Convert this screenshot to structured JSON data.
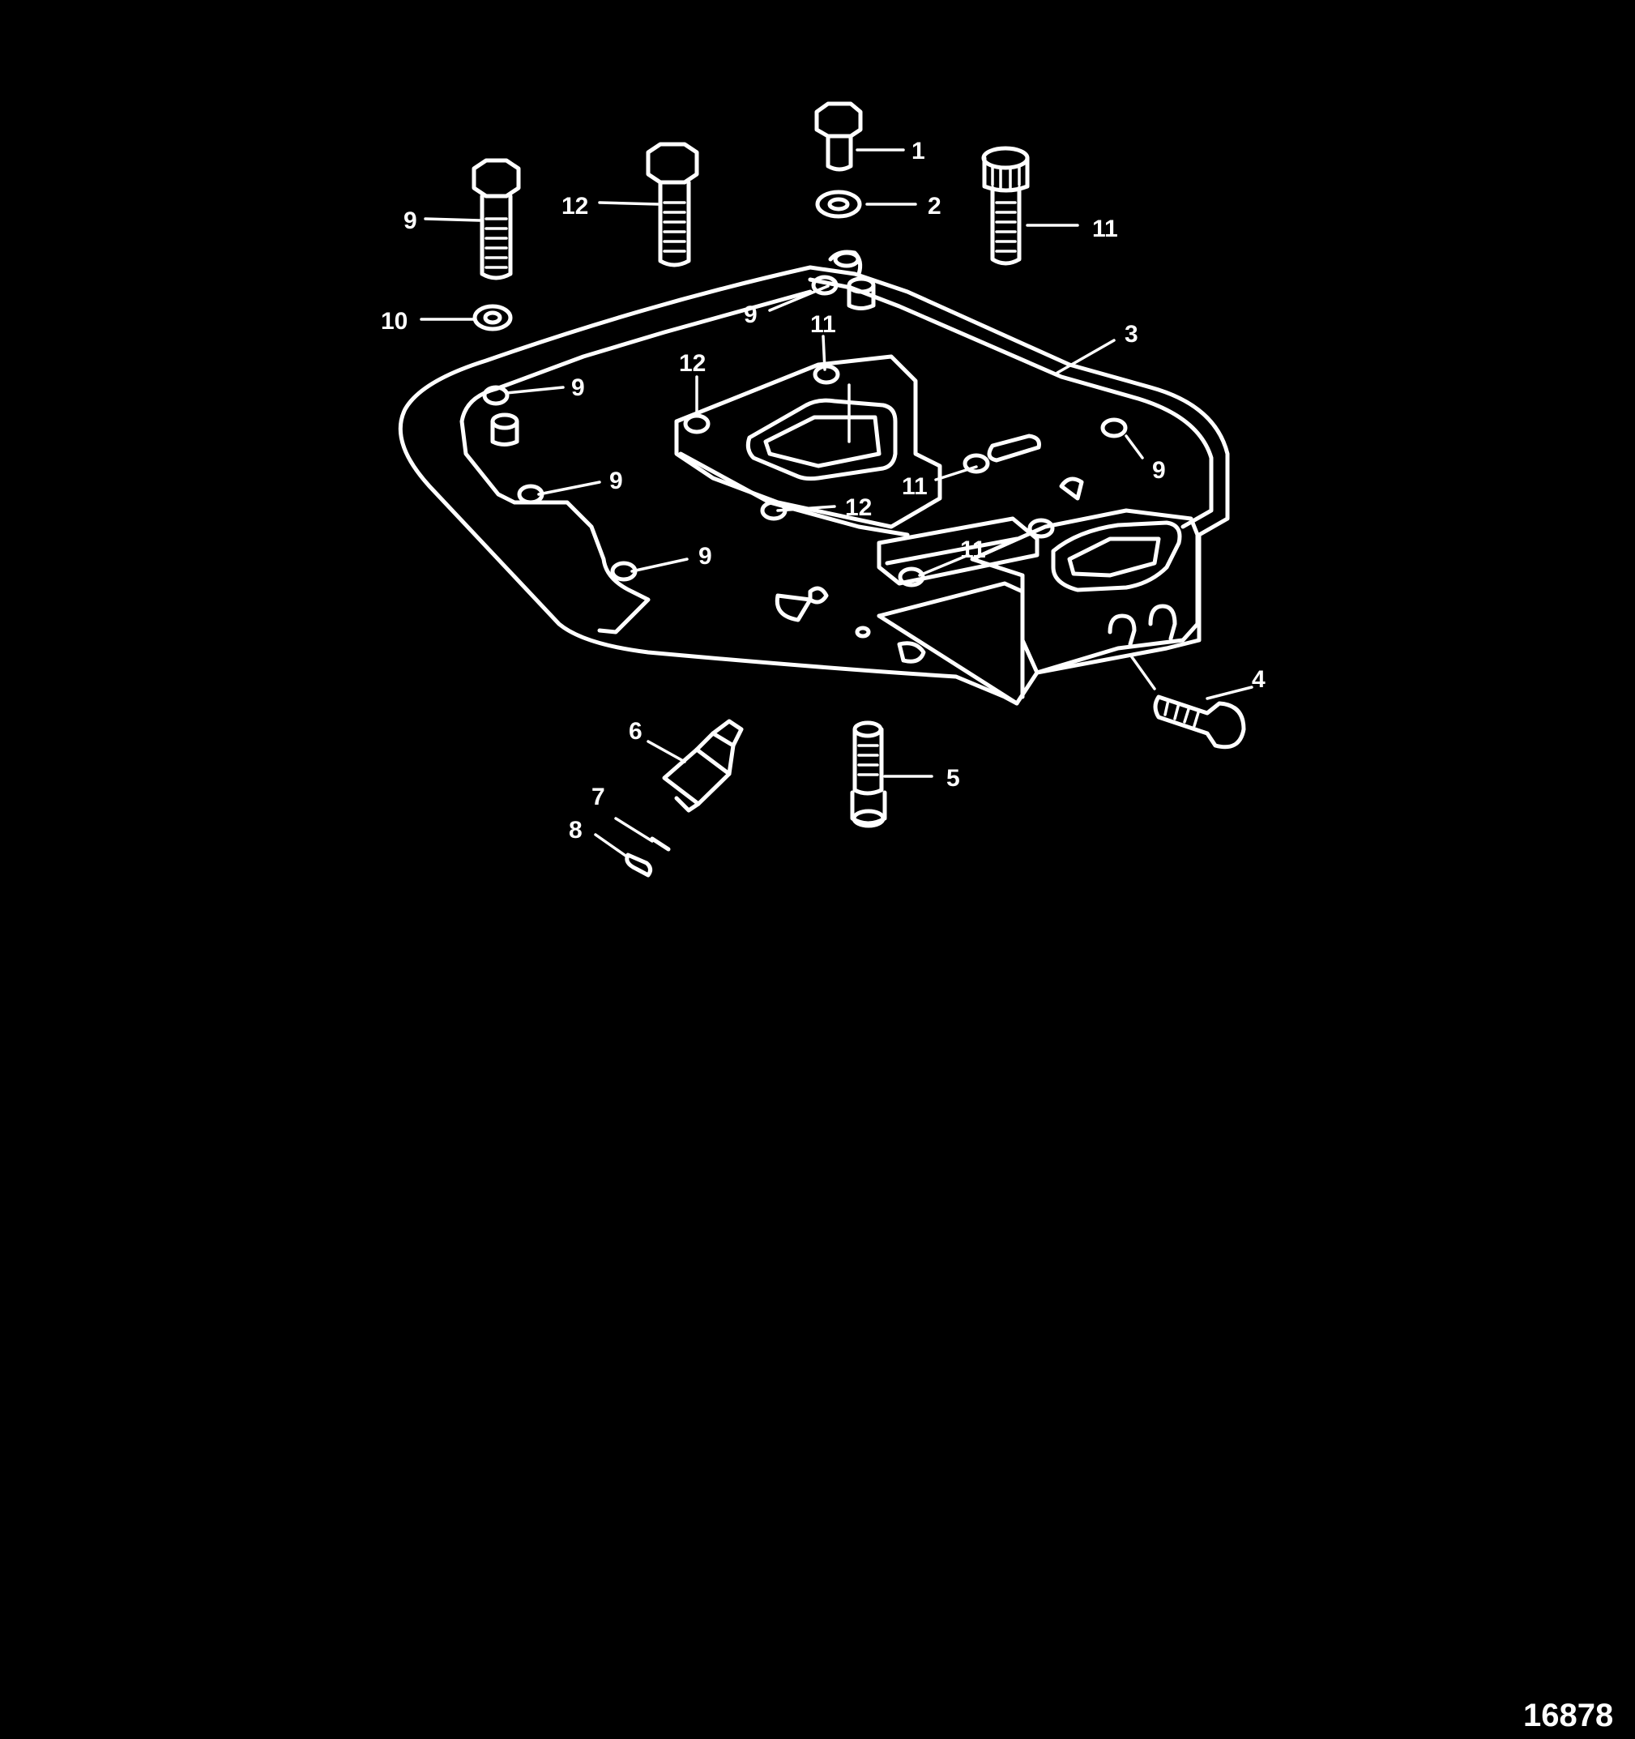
{
  "diagram": {
    "figure_number": "16878",
    "callouts": [
      {
        "id": "c1",
        "text": "1"
      },
      {
        "id": "c2",
        "text": "2"
      },
      {
        "id": "c11a",
        "text": "11"
      },
      {
        "id": "c9a",
        "text": "9"
      },
      {
        "id": "c12a",
        "text": "12"
      },
      {
        "id": "c10",
        "text": "10"
      },
      {
        "id": "c9b",
        "text": "9"
      },
      {
        "id": "c11b",
        "text": "11"
      },
      {
        "id": "c3",
        "text": "3"
      },
      {
        "id": "c12b",
        "text": "12"
      },
      {
        "id": "c9c",
        "text": "9"
      },
      {
        "id": "c9d",
        "text": "9"
      },
      {
        "id": "c11c",
        "text": "11"
      },
      {
        "id": "c9e",
        "text": "9"
      },
      {
        "id": "c12c",
        "text": "12"
      },
      {
        "id": "c9f",
        "text": "9"
      },
      {
        "id": "c11d",
        "text": "11"
      },
      {
        "id": "c4",
        "text": "4"
      },
      {
        "id": "c6",
        "text": "6"
      },
      {
        "id": "c5",
        "text": "5"
      },
      {
        "id": "c7",
        "text": "7"
      },
      {
        "id": "c8",
        "text": "8"
      }
    ]
  }
}
